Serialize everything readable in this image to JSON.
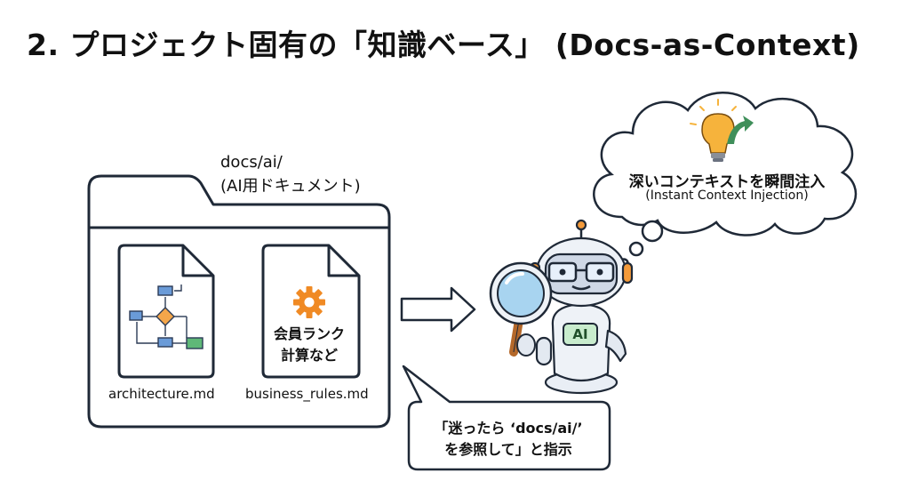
{
  "title": "2. プロジェクト固有の「知識ベース」 (Docs-as-Context)",
  "folder": {
    "line1": "docs/ai/",
    "line2": "(AI用ドキュメント)"
  },
  "docs": [
    {
      "name": "architecture.md"
    },
    {
      "name": "business_rules.md",
      "content_line1": "会員ランク",
      "content_line2": "計算など"
    }
  ],
  "thought": {
    "line1": "深いコンテキストを瞬間注入",
    "line2": "(Instant Context Injection)"
  },
  "speech": {
    "line1": "「迷ったら ‘docs/ai/’",
    "line2": "を参照して」と指示"
  },
  "robot": {
    "badge": "AI"
  },
  "colors": {
    "outline": "#1f2937",
    "flow_blue": "#6a9bd8",
    "flow_orange": "#f4a64a",
    "flow_green": "#5fb878",
    "gear": "#f08a24",
    "bulb": "#f6b33c",
    "arrow_green": "#3f8f5a"
  }
}
